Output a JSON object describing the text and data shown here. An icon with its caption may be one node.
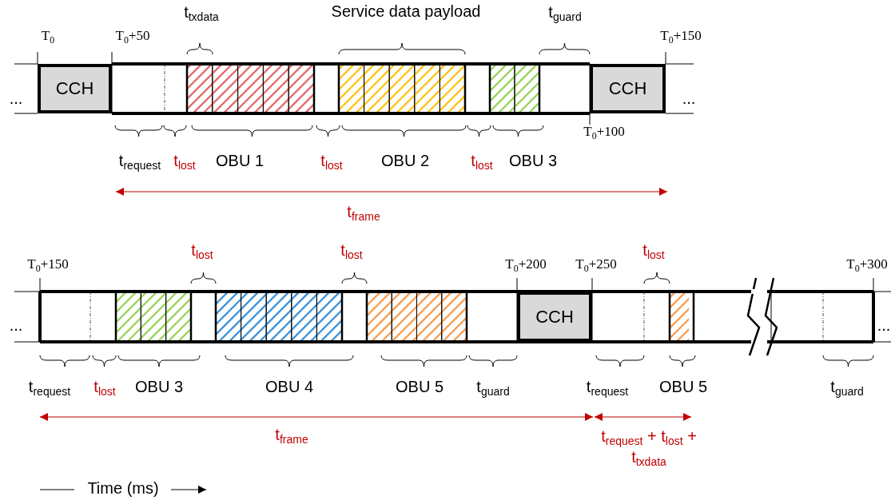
{
  "diagram": {
    "nodes": [
      {
        "text": [
          "CCH"
        ]
      },
      {
        "text": [
          "CCH"
        ]
      },
      {
        "text": [
          "CCH"
        ]
      }
    ],
    "edges": [],
    "labels": [
      "t$_{txdata}$",
      "Service data payload",
      "t$_{guard}$",
      "T$_{0}$",
      "T$_{0}$+50",
      "T$_{0}$+150",
      "...",
      "...",
      "T$_{0}$+100",
      "t$_{request}$",
      "t$_{lost}$",
      "OBU 1",
      "t$_{lost}$",
      "OBU 2",
      "t$_{lost}$",
      "OBU 3",
      "t$_{frame}$",
      "t$_{lost}$",
      "t$_{lost}$",
      "t$_{lost}$",
      "T$_{0}$+150",
      "T$_{0}$+200",
      "T$_{0}$+250",
      "T$_{0}$+300",
      "...",
      "...",
      "t$_{request}$",
      "t$_{lost}$",
      "OBU 3",
      "OBU 4",
      "OBU 5",
      "t$_{guard}$",
      "t$_{request}$",
      "OBU 5",
      "t$_{guard}$",
      "t$_{frame}$",
      "t$_{request}$ + t$_{lost}$ + t$_{txdata}$",
      "Time (ms)"
    ]
  }
}
